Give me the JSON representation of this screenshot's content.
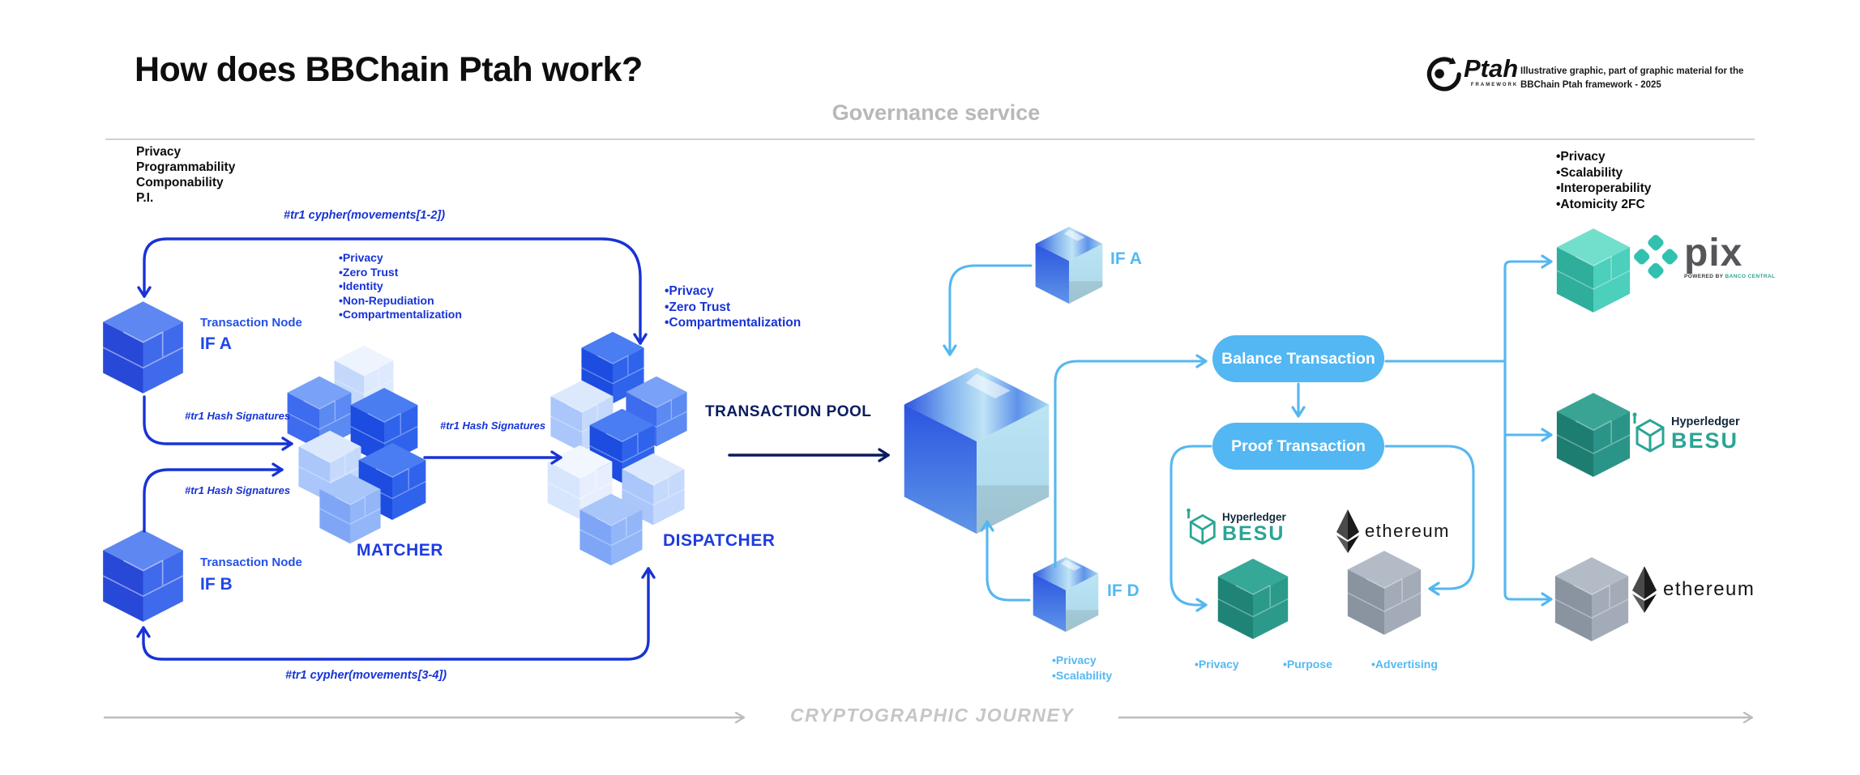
{
  "palette": {
    "royal_blue": "#1733d6",
    "navy": "#0a1c5e",
    "light_blue": "#54b9f2",
    "teal": "#2aa595",
    "mint": "#4ccfbc",
    "gray_text": "#b8b8b8",
    "black": "#111111"
  },
  "header": {
    "title": "How does BBChain Ptah work?",
    "governance_label": "Governance service",
    "ptah_brand": "Ptah",
    "ptah_tagline": "FRAMEWORK",
    "note_line1": "Illustrative graphic, part of graphic material for the",
    "note_line2": "BBChain Ptah framework - 2025"
  },
  "left_flow": {
    "properties": [
      "Privacy",
      "Programmability",
      "Componability",
      "P.I."
    ],
    "cypher_top_label": "#tr1 cypher(movements[1-2])",
    "cypher_bottom_label": "#tr1 cypher(movements[3-4])",
    "hash_signatures_a": "#tr1 Hash Signatures",
    "hash_signatures_b": "#tr1 Hash Signatures",
    "hash_signatures_m": "#tr1 Hash Signatures",
    "node_a_caption": "Transaction Node",
    "node_a_name": "IF A",
    "node_b_caption": "Transaction Node",
    "node_b_name": "IF B",
    "matcher_label": "MATCHER",
    "matcher_bullets": [
      "•Privacy",
      "•Zero Trust",
      "•Identity",
      "•Non-Repudiation",
      "•Compartmentalization"
    ],
    "dispatcher_label": "DISPATCHER",
    "dispatcher_bullets": [
      "•Privacy",
      "•Zero Trust",
      "•Compartmentalization"
    ],
    "pool_arrow_label": "TRANSACTION POOL"
  },
  "center_flow": {
    "if_a_label": "IF A",
    "if_d_label": "IF D",
    "if_d_bullets": [
      "•Privacy",
      "•Scalability"
    ],
    "balance_button_label": "Balance Transaction",
    "proof_button_label": "Proof Transaction",
    "besu_logo_top": "Hyperledger",
    "besu_logo_bottom": "BESU",
    "ethereum_logo_label": "ethereum",
    "ledger_bullet_privacy": "•Privacy",
    "ledger_bullet_purpose": "•Purpose",
    "ledger_bullet_advertising": "•Advertising"
  },
  "right_column": {
    "properties": [
      "•Privacy",
      "•Scalability",
      "•Interoperability",
      "•Atomicity 2FC"
    ],
    "pix_label": "pix",
    "pix_sub_dark": "POWERED BY",
    "pix_sub_teal": "BANCO CENTRAL",
    "besu_logo_top": "Hyperledger",
    "besu_logo_bottom": "BESU",
    "ethereum_logo_label": "ethereum"
  },
  "footer": {
    "journey_label": "CRYPTOGRAPHIC JOURNEY"
  }
}
